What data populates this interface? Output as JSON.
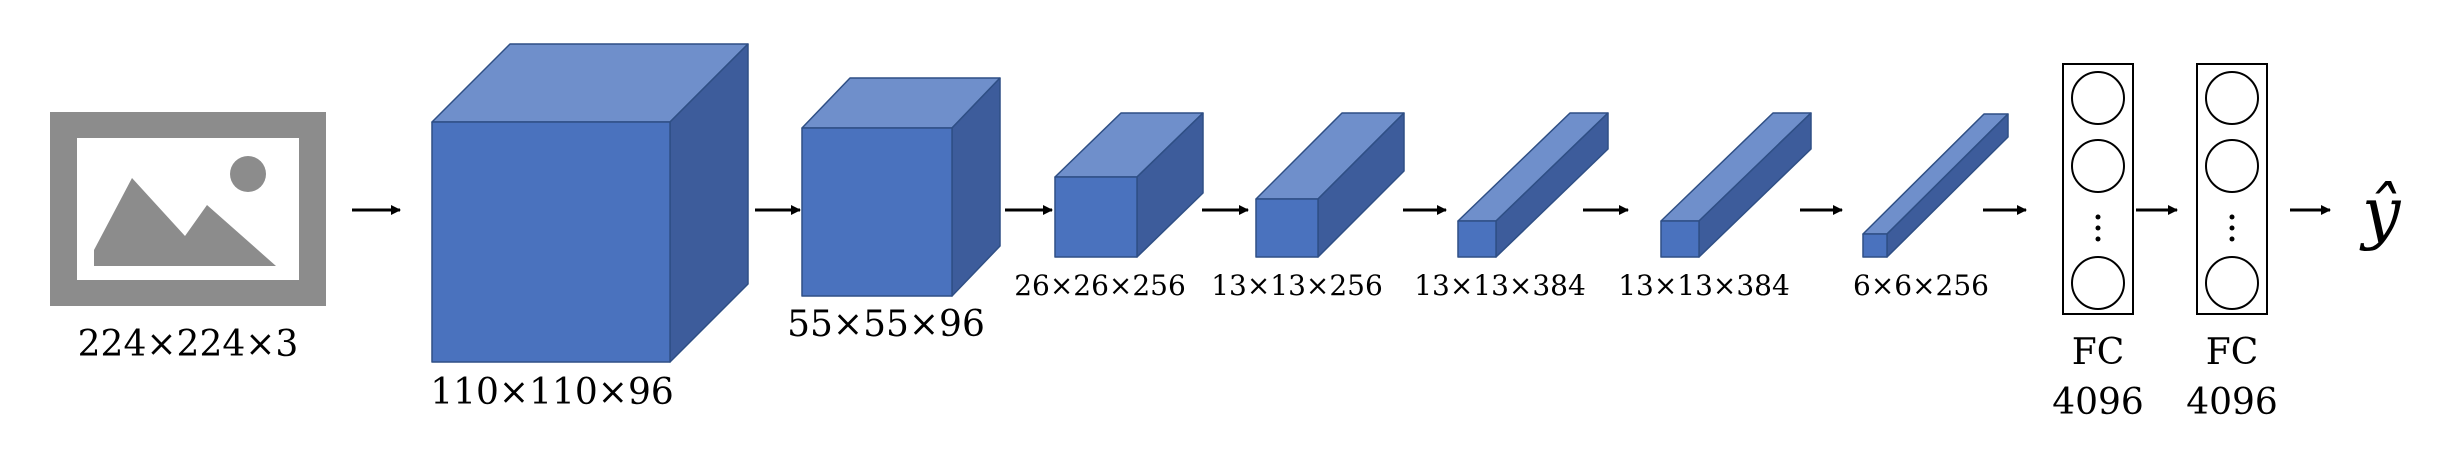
{
  "input": {
    "label": "224×224×3",
    "icon": "image-icon"
  },
  "layers": [
    {
      "label": "110×110×96"
    },
    {
      "label": "55×55×96"
    },
    {
      "label": "26×26×256"
    },
    {
      "label": "13×13×256"
    },
    {
      "label": "13×13×384"
    },
    {
      "label": "13×13×384"
    },
    {
      "label": "6×6×256"
    }
  ],
  "fc_layers": [
    {
      "type": "FC",
      "units": "4096"
    },
    {
      "type": "FC",
      "units": "4096"
    }
  ],
  "output": {
    "symbol": "ŷ"
  },
  "colors": {
    "front": "#4a72be",
    "top": "#6f8fcb",
    "side": "#3d5c9b",
    "edge": "#2f4f85",
    "image_gray": "#8c8c8c"
  }
}
